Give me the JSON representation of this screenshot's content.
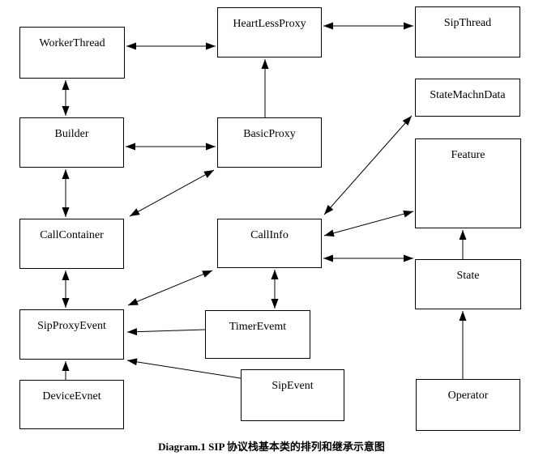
{
  "caption": "Diagram.1 SIP 协议栈基本类的排列和继承示意图",
  "nodes": {
    "worker_thread": {
      "label": "WorkerThread"
    },
    "heart_less_proxy": {
      "label": "HeartLessProxy"
    },
    "sip_thread": {
      "label": "SipThread"
    },
    "builder": {
      "label": "Builder"
    },
    "basic_proxy": {
      "label": "BasicProxy"
    },
    "state_machn_data": {
      "label": "StateMachnData"
    },
    "feature": {
      "label": "Feature"
    },
    "call_container": {
      "label": "CallContainer"
    },
    "call_info": {
      "label": "CallInfo"
    },
    "state": {
      "label": "State"
    },
    "sip_proxy_event": {
      "label": "SipProxyEvent"
    },
    "timer_evemt": {
      "label": "TimerEvemt"
    },
    "device_evnet": {
      "label": "DeviceEvnet"
    },
    "sip_event": {
      "label": "SipEvent"
    },
    "operator": {
      "label": "Operator"
    }
  },
  "edges": [
    {
      "from": "WorkerThread",
      "to": "HeartLessProxy",
      "style": "double-arrow"
    },
    {
      "from": "HeartLessProxy",
      "to": "SipThread",
      "style": "double-arrow"
    },
    {
      "from": "WorkerThread",
      "to": "Builder",
      "style": "double-arrow"
    },
    {
      "from": "Builder",
      "to": "BasicProxy",
      "style": "double-arrow"
    },
    {
      "from": "BasicProxy",
      "to": "HeartLessProxy",
      "style": "single-arrow"
    },
    {
      "from": "Builder",
      "to": "CallContainer",
      "style": "double-arrow"
    },
    {
      "from": "CallContainer",
      "to": "BasicProxy",
      "style": "double-arrow"
    },
    {
      "from": "CallContainer",
      "to": "SipProxyEvent",
      "style": "double-arrow"
    },
    {
      "from": "CallInfo",
      "to": "TimerEvemt",
      "style": "double-arrow"
    },
    {
      "from": "SipProxyEvent",
      "to": "CallInfo",
      "style": "double-arrow"
    },
    {
      "from": "CallInfo",
      "to": "StateMachnData",
      "style": "double-arrow"
    },
    {
      "from": "CallInfo",
      "to": "Feature",
      "style": "double-arrow"
    },
    {
      "from": "CallInfo",
      "to": "State",
      "style": "double-arrow"
    },
    {
      "from": "State",
      "to": "Feature",
      "style": "single-arrow"
    },
    {
      "from": "Operator",
      "to": "State",
      "style": "single-arrow"
    },
    {
      "from": "TimerEvemt",
      "to": "SipProxyEvent",
      "style": "single-arrow"
    },
    {
      "from": "SipEvent",
      "to": "SipProxyEvent",
      "style": "single-arrow"
    },
    {
      "from": "DeviceEvnet",
      "to": "SipProxyEvent",
      "style": "single-arrow"
    }
  ],
  "colors": {
    "line": "#000000",
    "box_border": "#000000",
    "background": "#ffffff",
    "text": "#000000"
  }
}
